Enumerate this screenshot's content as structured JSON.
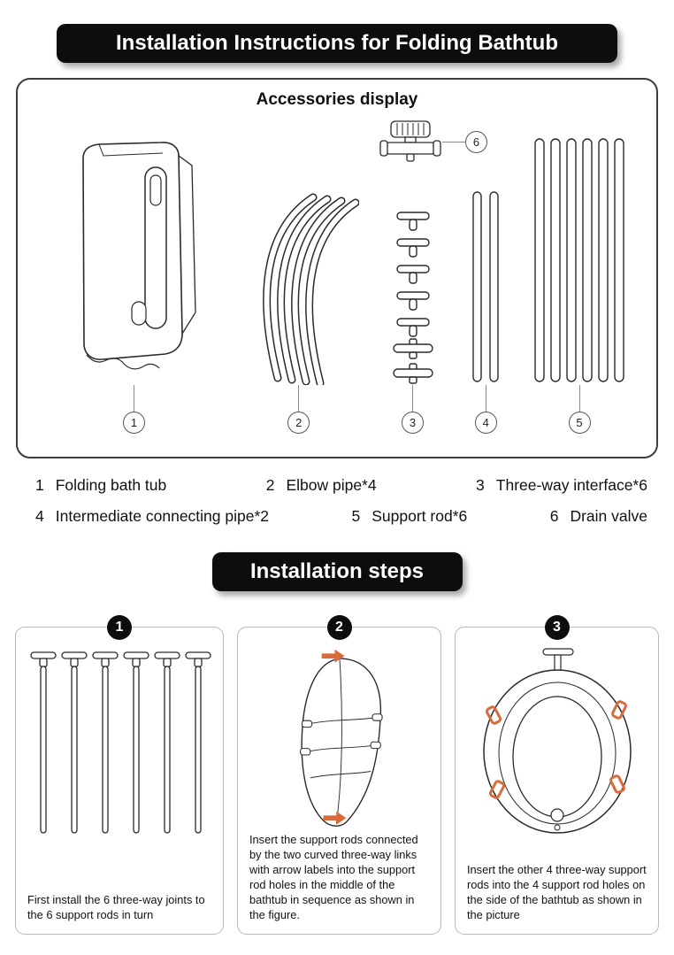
{
  "header": {
    "title": "Installation Instructions for Folding Bathtub"
  },
  "accessories": {
    "title": "Accessories display",
    "items": [
      {
        "num": "1",
        "label": "Folding bath tub"
      },
      {
        "num": "2",
        "label": "Elbow pipe*4"
      },
      {
        "num": "3",
        "label": "Three-way interface*6"
      },
      {
        "num": "4",
        "label": "Intermediate connecting pipe*2"
      },
      {
        "num": "5",
        "label": "Support rod*6"
      },
      {
        "num": "6",
        "label": "Drain valve"
      }
    ]
  },
  "steps": {
    "title": "Installation steps",
    "items": [
      {
        "num": "1",
        "caption": "First install the 6 three-way joints to the 6 support rods in turn"
      },
      {
        "num": "2",
        "caption": "Insert the support rods connected by the two curved three-way links with arrow labels into the support rod holes in the middle of the bathtub in sequence as shown in the figure."
      },
      {
        "num": "3",
        "caption": "Insert the other 4 three-way support rods into the 4 support rod holes on the side of the bathtub as shown in the picture"
      }
    ]
  },
  "colors": {
    "banner_bg": "#0d0d0d",
    "accent_orange": "#d96a3b",
    "diagram_line": "#2a2a2a"
  }
}
